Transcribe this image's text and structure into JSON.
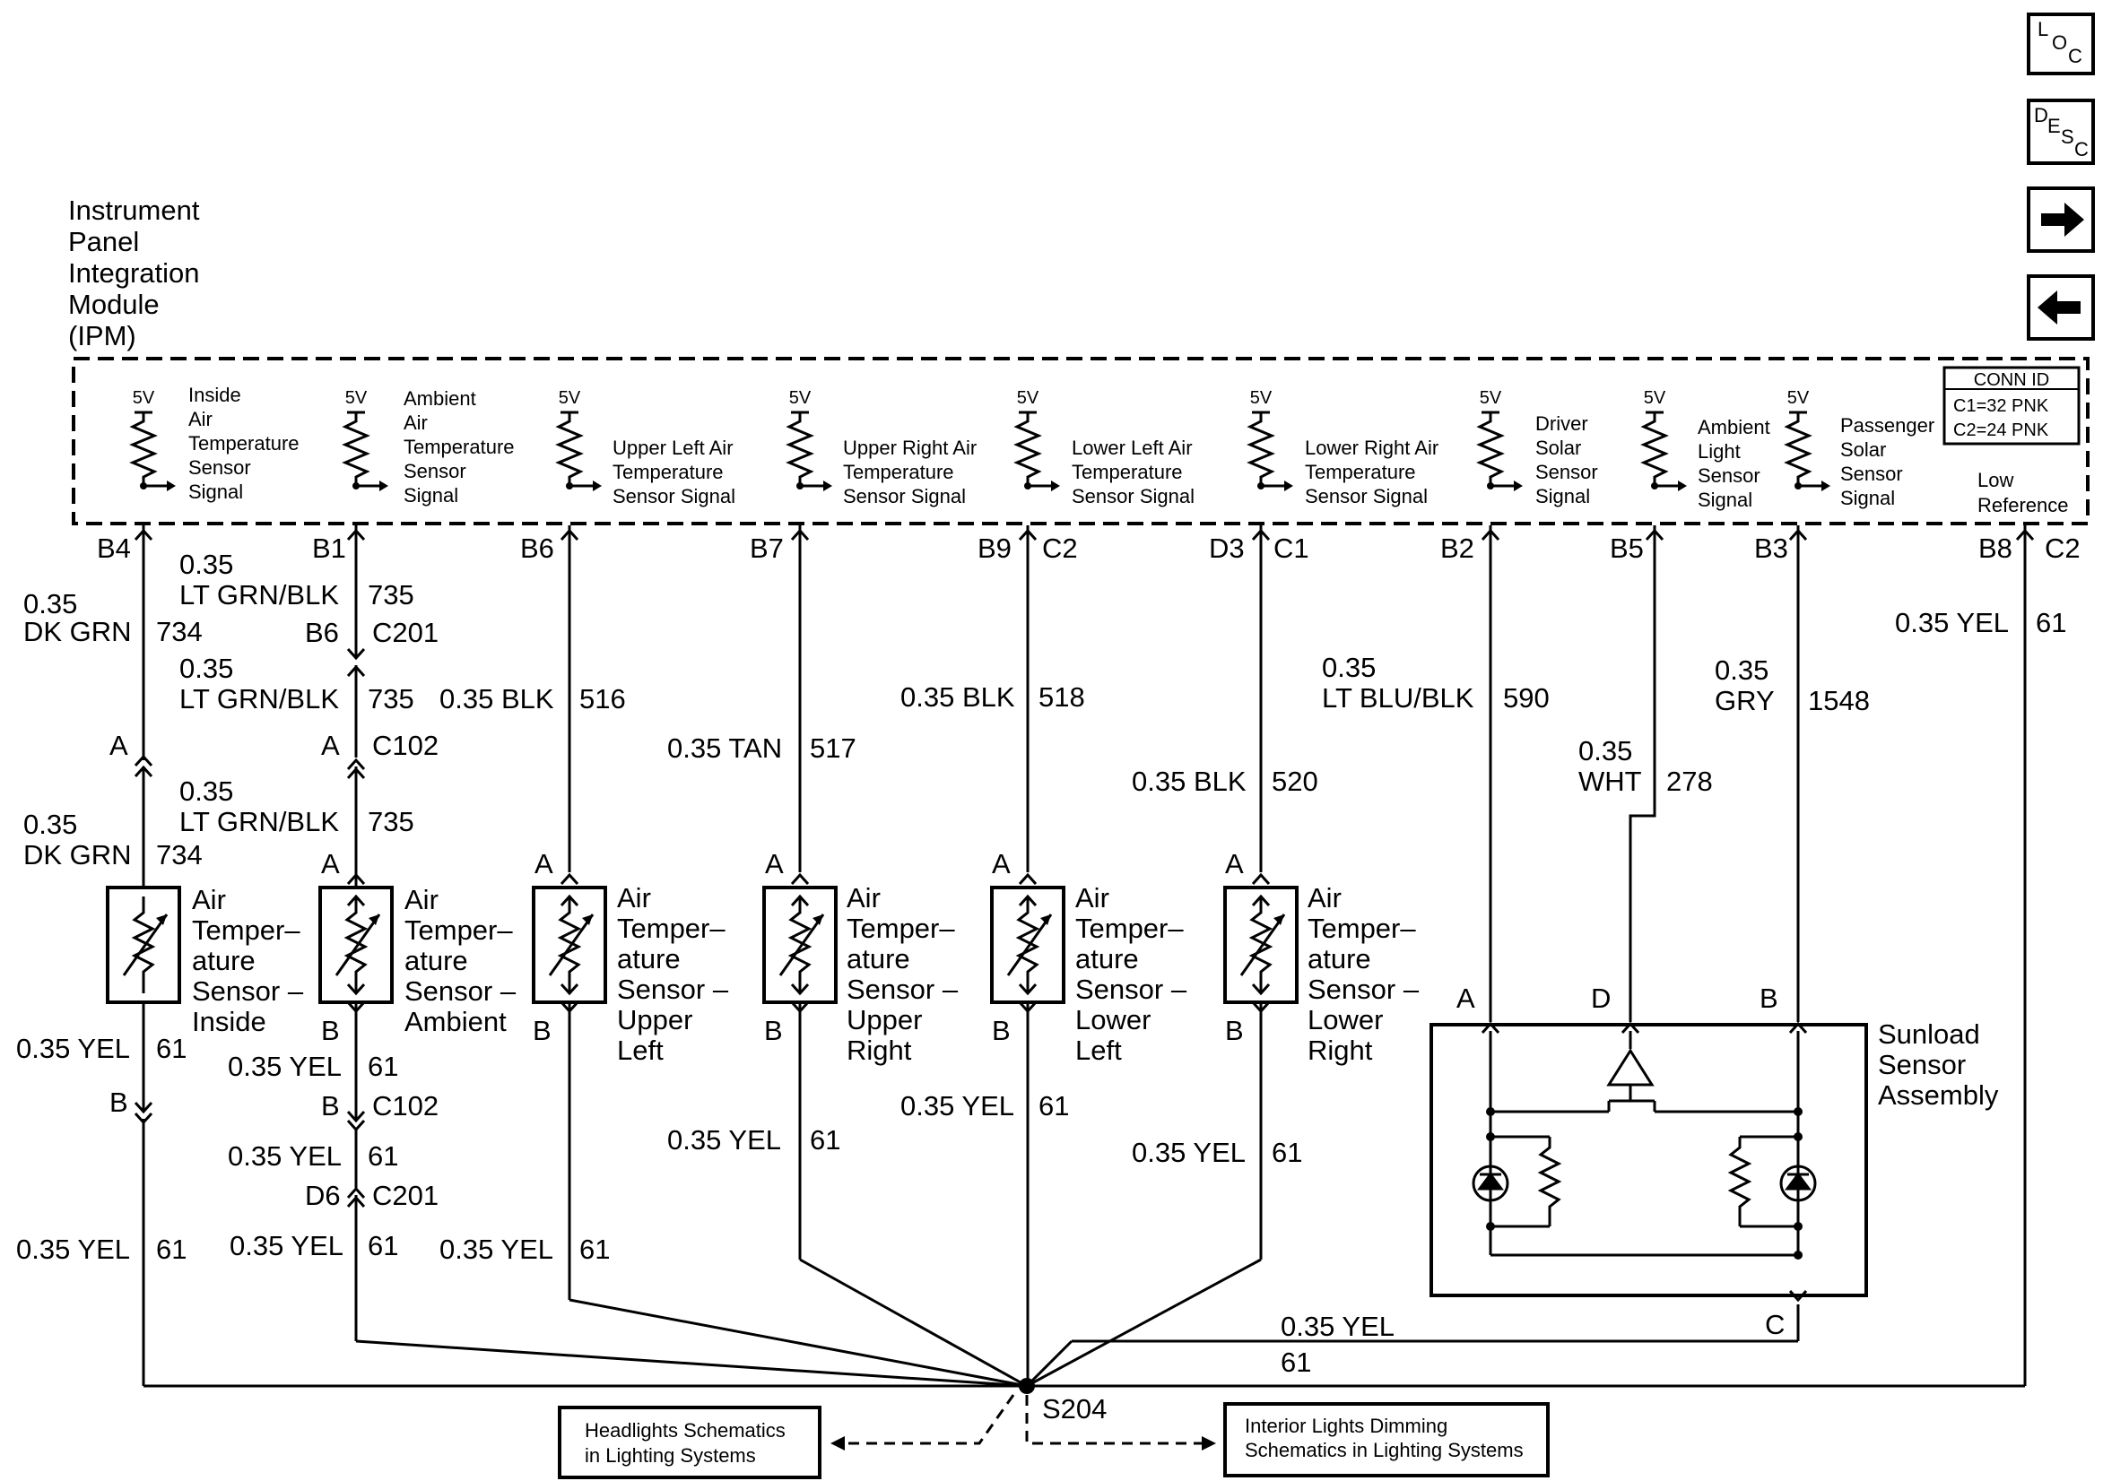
{
  "nav": {
    "loc": [
      "L",
      "O",
      "C"
    ],
    "desc": [
      "D",
      "E",
      "S",
      "C"
    ],
    "icons": [
      "loc-icon",
      "desc-icon",
      "arrow-right-icon",
      "arrow-left-icon"
    ]
  },
  "module": {
    "title_lines": [
      "Instrument",
      "Panel",
      "Integration",
      "Module",
      "(IPM)"
    ],
    "conn_id": {
      "title": "CONN ID",
      "c1": "C1=32 PNK",
      "c2": "C2=24 PNK"
    },
    "low_reference": [
      "Low",
      "Reference"
    ],
    "voltage": "5V",
    "signals": [
      [
        "Inside",
        "Air",
        "Temperature",
        "Sensor",
        "Signal"
      ],
      [
        "Ambient",
        "Air",
        "Temperature",
        "Sensor",
        "Signal"
      ],
      [
        "Upper Left Air",
        "Temperature",
        "Sensor Signal"
      ],
      [
        "Upper Right Air",
        "Temperature",
        "Sensor Signal"
      ],
      [
        "Lower Left Air",
        "Temperature",
        "Sensor Signal"
      ],
      [
        "Lower Right Air",
        "Temperature",
        "Sensor Signal"
      ],
      [
        "Driver",
        "Solar",
        "Sensor",
        "Signal"
      ],
      [
        "Ambient",
        "Light",
        "Sensor",
        "Signal"
      ],
      [
        "Passenger",
        "Solar",
        "Sensor",
        "Signal"
      ]
    ],
    "pins": [
      "B4",
      "B1",
      "B6",
      "B7",
      "B9",
      "C2",
      "D3",
      "C1",
      "B2",
      "B5",
      "B3",
      "B8",
      "C2"
    ]
  },
  "wires": {
    "w734": [
      "0.35",
      "DK GRN",
      "734"
    ],
    "w735": [
      "0.35",
      "LT GRN/BLK",
      "735"
    ],
    "w516": [
      "0.35 BLK",
      "516"
    ],
    "w517": [
      "0.35 TAN",
      "517"
    ],
    "w518": [
      "0.35 BLK",
      "518"
    ],
    "w520": [
      "0.35 BLK",
      "520"
    ],
    "w590": [
      "0.35",
      "LT BLU/BLK",
      "590"
    ],
    "w278": [
      "0.35",
      "WHT",
      "278"
    ],
    "w1548": [
      "0.35",
      "GRY",
      "1548"
    ],
    "yel": [
      "0.35 YEL",
      "61"
    ]
  },
  "connectors": {
    "c201": "C201",
    "c102": "C102",
    "b6": "B6",
    "d6": "D6",
    "a": "A",
    "b": "B",
    "c": "C",
    "d": "D"
  },
  "sensors": [
    [
      "Air",
      "Temper–",
      "ature",
      "Sensor –",
      "Inside"
    ],
    [
      "Air",
      "Temper–",
      "ature",
      "Sensor –",
      "Ambient"
    ],
    [
      "Air",
      "Temper–",
      "ature",
      "Sensor –",
      "Upper",
      "Left"
    ],
    [
      "Air",
      "Temper–",
      "ature",
      "Sensor –",
      "Upper",
      "Right"
    ],
    [
      "Air",
      "Temper–",
      "ature",
      "Sensor –",
      "Lower",
      "Left"
    ],
    [
      "Air",
      "Temper–",
      "ature",
      "Sensor –",
      "Lower",
      "Right"
    ]
  ],
  "sunload": [
    "Sunload",
    "Sensor",
    "Assembly"
  ],
  "splice": "S204",
  "refs": {
    "headlights": [
      "Headlights Schematics",
      "in Lighting Systems"
    ],
    "dimming": [
      "Interior Lights Dimming",
      "Schematics in Lighting Systems"
    ]
  }
}
